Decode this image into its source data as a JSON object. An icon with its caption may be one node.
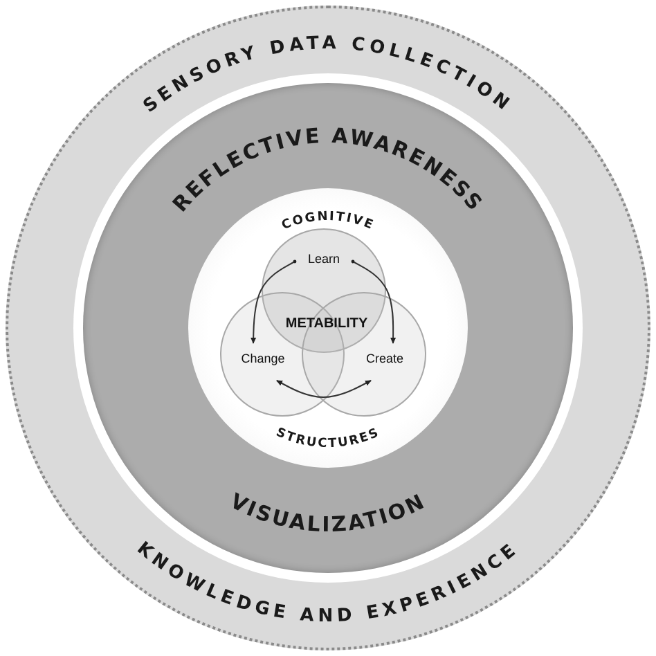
{
  "diagram": {
    "nodes": [
      {
        "text": [
          "SENSORY DATA COLLECTION",
          "KNOWLEDGE AND EXPERIENCE"
        ]
      },
      {
        "text": [
          "REFLECTIVE AWARENESS",
          "VISUALIZATION"
        ],
        "in": 0
      },
      {
        "text": [
          "COGNITIVE",
          "STRUCTURES"
        ],
        "in": 1
      },
      {
        "text": [
          "Learn"
        ],
        "in": 2
      },
      {
        "text": [
          "Change"
        ],
        "in": 2
      },
      {
        "text": [
          "Create"
        ],
        "in": 2
      }
    ],
    "edges": [
      {
        "from": 3,
        "to": 4,
        "arrow": "to"
      },
      {
        "from": 3,
        "to": 5,
        "arrow": "to"
      },
      {
        "from": 4,
        "to": 5,
        "arrow": "both"
      }
    ],
    "labels": [
      "METABILITY"
    ]
  }
}
